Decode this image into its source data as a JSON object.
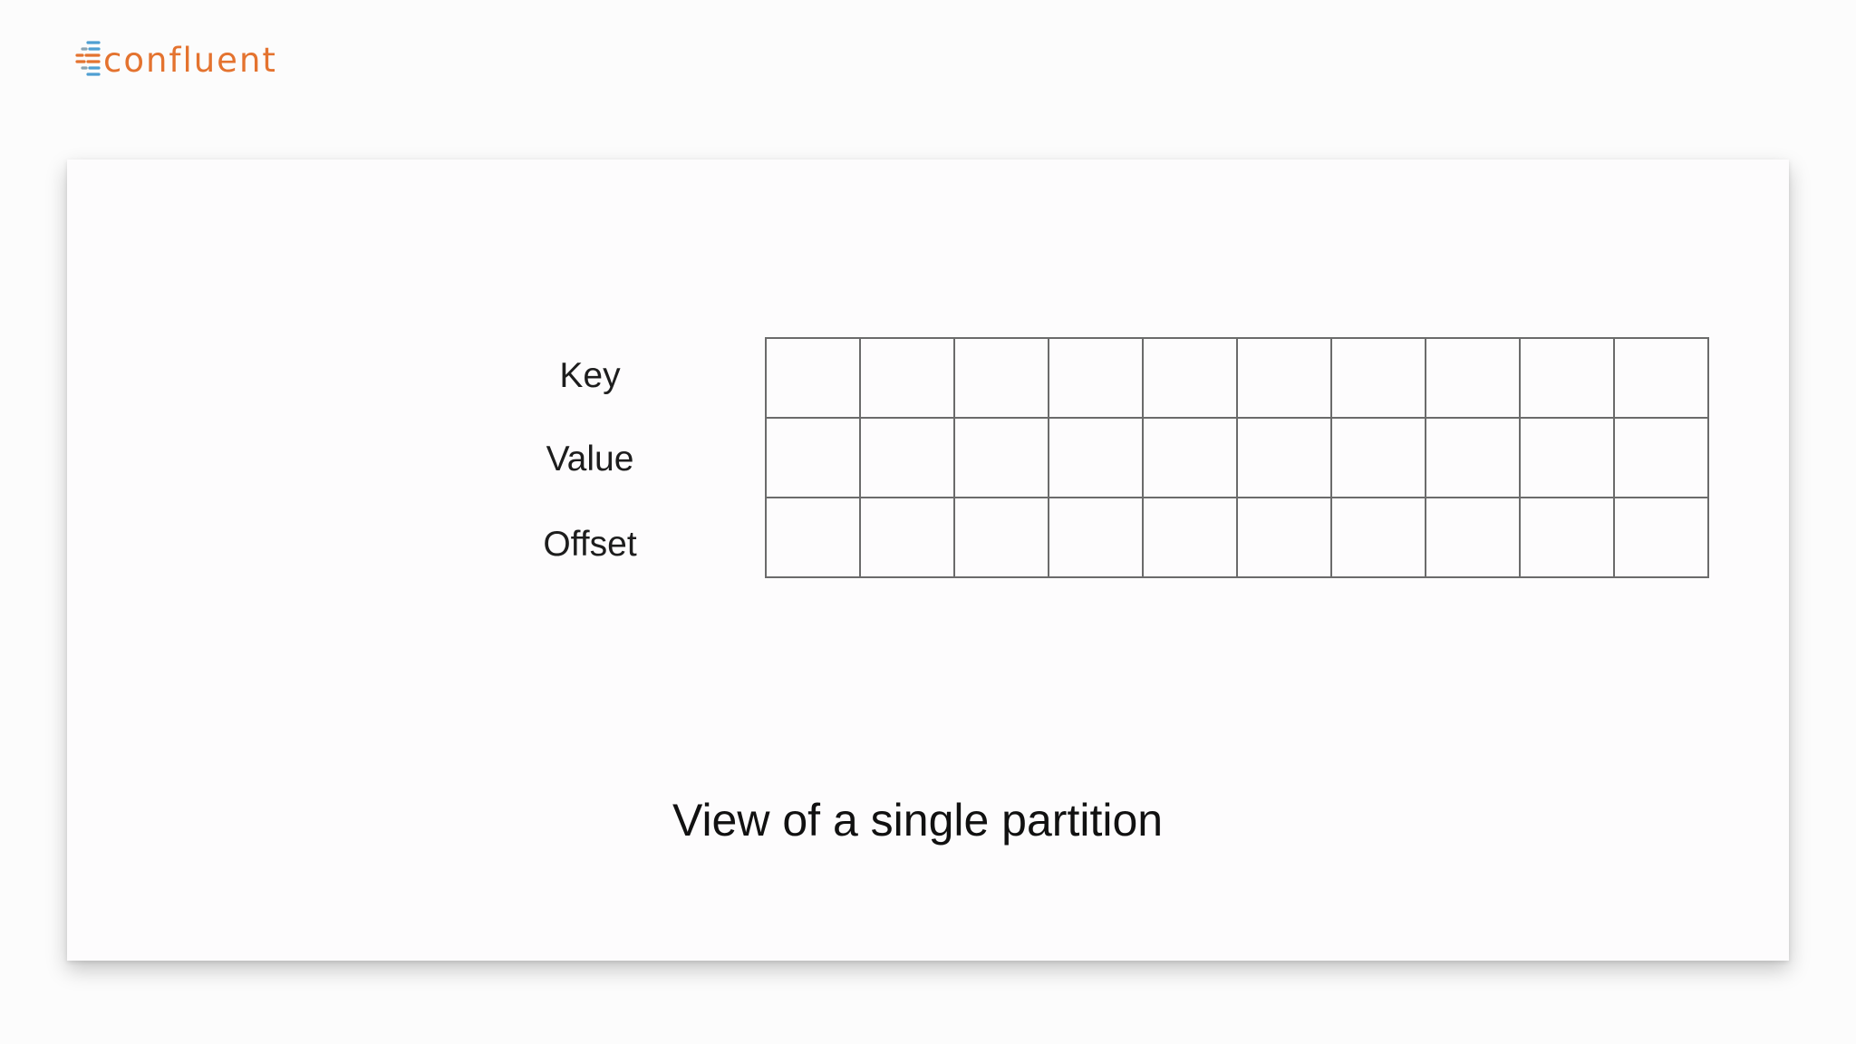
{
  "logo": {
    "text": "confluent",
    "text_color": "#e4732f",
    "mark_colors": [
      "#e4732f",
      "#4f9fd2",
      "#8aa4b3"
    ]
  },
  "diagram": {
    "row_labels": [
      "Key",
      "Value",
      "Offset"
    ],
    "columns": 10,
    "grid_color": "#6b6b6b",
    "caption": "View of a single partition"
  }
}
